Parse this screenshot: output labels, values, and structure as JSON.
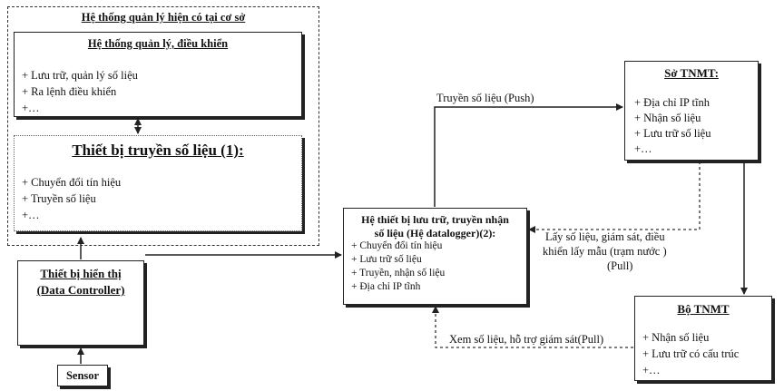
{
  "system": {
    "title": "Hệ thống quản lý hiện có tại cơ sở",
    "management": {
      "title": "Hệ thống quản lý, điều khiển",
      "items": [
        "+ Lưu trữ, quản lý số liệu",
        "+ Ra lệnh điều khiển",
        "+…"
      ]
    },
    "transmission": {
      "title": "Thiết bị truyền số liệu (1):",
      "items": [
        "+ Chuyển đổi tín hiệu",
        "+ Truyền số liệu",
        "+…"
      ]
    }
  },
  "display": {
    "line1": "Thiết bị hiển thị",
    "line2": "(Data Controller)"
  },
  "sensor": {
    "label": "Sensor"
  },
  "datalogger": {
    "line1": "Hệ thiết bị lưu trữ, truyền nhận",
    "line2": "số liệu (Hệ datalogger)(2):",
    "items": [
      "+ Chuyển đổi tín hiệu",
      "+ Lưu trữ số liệu",
      "+ Truyền, nhận số liệu",
      "+ Địa chỉ IP tĩnh"
    ]
  },
  "so_tnmt": {
    "title": "Sở TNMT:",
    "items": [
      "+ Địa chỉ IP tĩnh",
      "+ Nhận số liệu",
      "+ Lưu trữ số liệu",
      "+…"
    ]
  },
  "bo_tnmt": {
    "title": "Bộ TNMT",
    "items": [
      "+ Nhận số liệu",
      "+ Lưu trữ có cấu trúc",
      "+…"
    ]
  },
  "arrows": {
    "push": "Truyền số liệu (Push)",
    "pull_line1": "Lấy số liệu, giám sát, điều",
    "pull_line2": "khiển lấy mẫu (trạm nước )",
    "pull_line3": "(Pull)",
    "view": "Xem số liệu, hỗ trợ giám sát(Pull)"
  }
}
